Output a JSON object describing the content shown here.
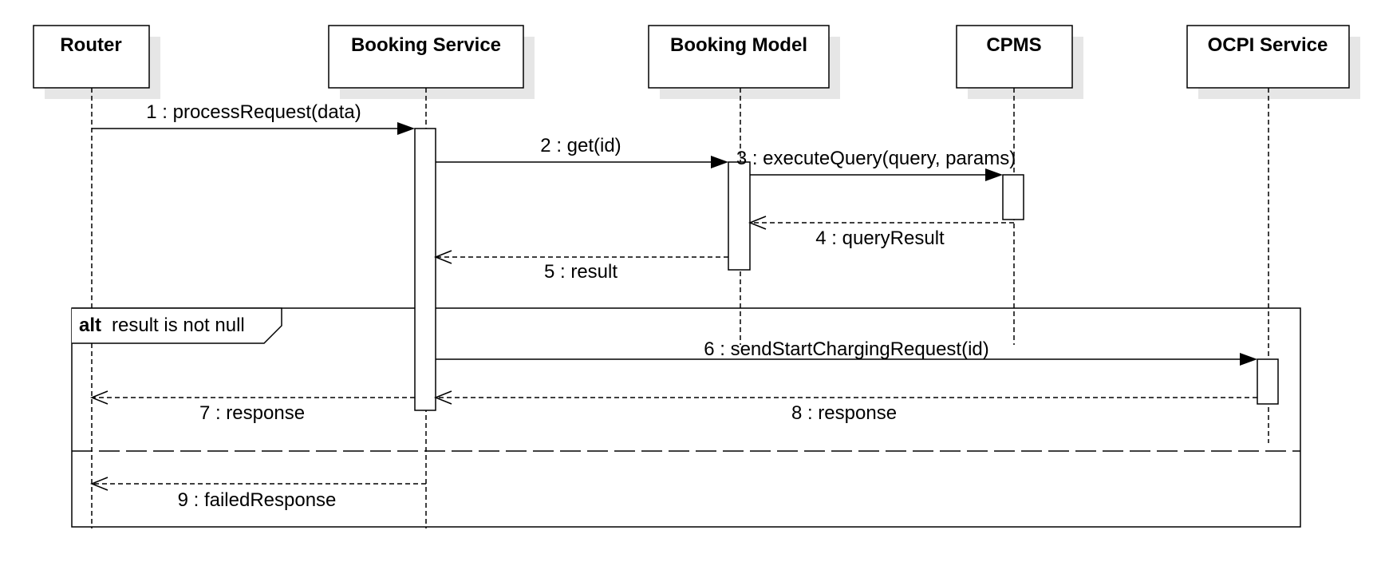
{
  "diagram": {
    "actors": [
      {
        "id": "router",
        "name": "Router"
      },
      {
        "id": "booking-service",
        "name": "Booking Service"
      },
      {
        "id": "booking-model",
        "name": "Booking Model"
      },
      {
        "id": "cpms",
        "name": "CPMS"
      },
      {
        "id": "ocpi-service",
        "name": "OCPI Service"
      }
    ],
    "messages": [
      {
        "id": "m1",
        "label": "1 : processRequest(data)",
        "from": "router",
        "to": "booking-service",
        "kind": "sync"
      },
      {
        "id": "m2",
        "label": "2 : get(id)",
        "from": "booking-service",
        "to": "booking-model",
        "kind": "sync"
      },
      {
        "id": "m3",
        "label": "3 : executeQuery(query, params)",
        "from": "booking-model",
        "to": "cpms",
        "kind": "sync"
      },
      {
        "id": "m4",
        "label": "4 : queryResult",
        "from": "cpms",
        "to": "booking-model",
        "kind": "reply"
      },
      {
        "id": "m5",
        "label": "5 : result",
        "from": "booking-model",
        "to": "booking-service",
        "kind": "reply"
      },
      {
        "id": "m6",
        "label": "6 : sendStartChargingRequest(id)",
        "from": "booking-service",
        "to": "ocpi-service",
        "kind": "sync"
      },
      {
        "id": "m7",
        "label": "7 : response",
        "from": "booking-service",
        "to": "router",
        "kind": "reply"
      },
      {
        "id": "m8",
        "label": "8 : response",
        "from": "ocpi-service",
        "to": "booking-service",
        "kind": "reply"
      },
      {
        "id": "m9",
        "label": "9 : failedResponse",
        "from": "booking-service",
        "to": "router",
        "kind": "reply"
      }
    ],
    "frame": {
      "keyword": "alt",
      "condition": "result is not null"
    },
    "colors": {
      "line": "#000000",
      "shadow": "#e6e6e6",
      "fill": "#ffffff"
    }
  }
}
